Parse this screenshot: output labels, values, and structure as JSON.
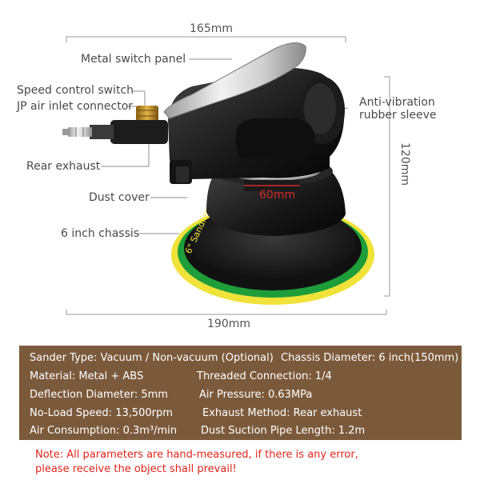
{
  "dimensions": {
    "top_width": "165mm",
    "height": "120mm",
    "neck_diameter": "60mm",
    "bottom_width": "190mm"
  },
  "callouts": {
    "metal_switch_panel": "Metal switch panel",
    "speed_control_switch": "Speed control switch",
    "jp_air_inlet": "JP air inlet connector",
    "anti_vibration": [
      "Anti-vibration",
      "rubber sleeve"
    ],
    "rear_exhaust": "Rear exhaust",
    "dust_cover": "Dust cover",
    "chassis": "6 inch chassis"
  },
  "pad_text": "6\" Sanding",
  "specs": {
    "rows": [
      [
        "Sander Type: Vacuum / Non-vacuum (Optional)",
        "Chassis Diameter: 6 inch(150mm)"
      ],
      [
        "Material: Metal + ABS",
        "Threaded Connection: 1/4"
      ],
      [
        "Deflection Diameter: 5mm",
        "Air Pressure: 0.63MPa"
      ],
      [
        "No-Load Speed: 13,500rpm",
        "Exhaust Method: Rear exhaust"
      ],
      [
        "Air Consumption: 0.3m³/min",
        "Dust Suction Pipe Length: 1.2m"
      ]
    ]
  },
  "note": {
    "line1": "Note: All parameters are hand-measured, if there is any error,",
    "line2": "please receive the object shall prevail!"
  },
  "colors": {
    "spec_background": "#7b5a3c",
    "note_text": "#e0251b",
    "pad_yellow": "#f1e23a",
    "pad_green": "#1e9e3a",
    "dimension_red": "#d42a2a"
  }
}
